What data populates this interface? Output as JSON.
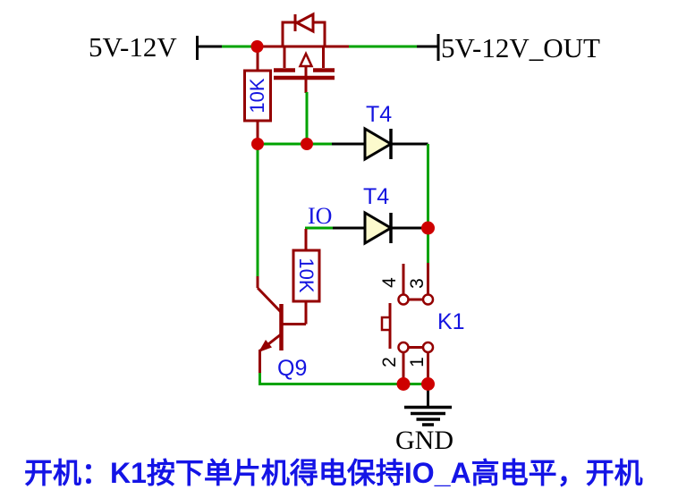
{
  "colors": {
    "wire-green": "#00A300",
    "component-red": "#940000",
    "junction-red": "#CE0000",
    "label-blue": "#1414E0",
    "note-blue": "#1414E6",
    "diode-fill": "#FCFACD"
  },
  "net_labels": {
    "input": "5V-12V",
    "output": "5V-12V_OUT",
    "ground": "GND",
    "io": "IO"
  },
  "components": {
    "r1": {
      "value": "10K"
    },
    "r2": {
      "value": "10K"
    },
    "d1": {
      "designator": "T4"
    },
    "d2": {
      "designator": "T4"
    },
    "q9": {
      "designator": "Q9"
    },
    "k1": {
      "designator": "K1",
      "pins": {
        "p1": "1",
        "p2": "2",
        "p3": "3",
        "p4": "4"
      }
    }
  },
  "annotation": {
    "note": "开机：K1按下单片机得电保持IO_A高电平，开机"
  }
}
